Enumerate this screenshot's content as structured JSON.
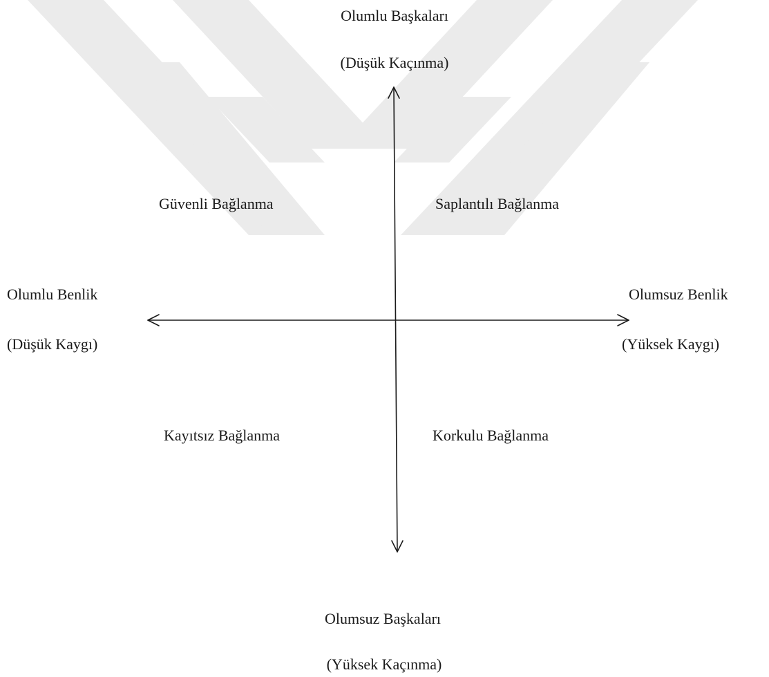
{
  "top": {
    "line1": "Olumlu Başkaları",
    "line2": "(Düşük Kaçınma)"
  },
  "bottom": {
    "line1": "Olumsuz Başkaları",
    "line2": "(Yüksek Kaçınma)"
  },
  "left": {
    "line1": "Olumlu Benlik",
    "line2": "(Düşük Kaygı)"
  },
  "right": {
    "line1": "Olumsuz Benlik",
    "line2": "(Yüksek Kaygı)"
  },
  "quadrants": {
    "top_left": "Güvenli Bağlanma",
    "top_right": "Saplantılı Bağlanma",
    "bottom_left": "Kayıtsız Bağlanma",
    "bottom_right": "Korkulu Bağlanma"
  },
  "colors": {
    "watermark": "#ebebeb",
    "axis": "#1a1a1a",
    "text": "#1a1a1a"
  }
}
